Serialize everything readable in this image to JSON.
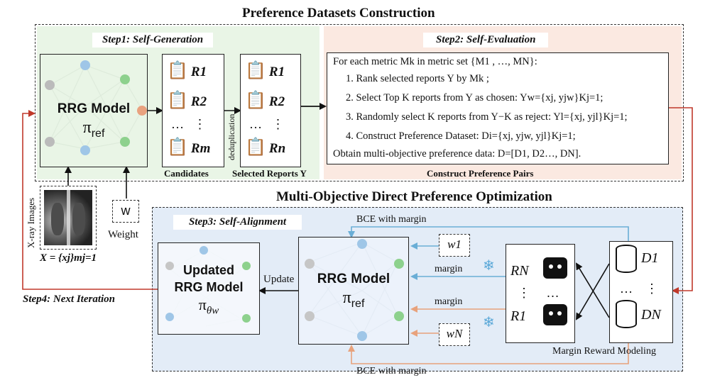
{
  "top": {
    "title": "Preference Datasets Construction",
    "step1": "Step1: Self-Generation",
    "step2": "Step2: Self-Evaluation",
    "candidates_label": "Candidates",
    "selected_label": "Selected Reports Y",
    "dedup_label": "deduplication",
    "construct_label": "Construct Preference Pairs",
    "candidates": [
      "R1",
      "R2",
      "⋮",
      "Rm"
    ],
    "selected": [
      "R1",
      "R2",
      "⋮",
      "Rn"
    ],
    "ellipsis": "…"
  },
  "rrg_model": {
    "title": "RRG Model",
    "policy": "π",
    "policy_sub": "ref"
  },
  "metrics": {
    "intro": "For each metric Mk in metric set {M1 , …, MN}:",
    "lines": [
      "1. Rank selected reports Y by Mk ;",
      "2. Select Top K reports from Y as chosen: Yw={xj, yjw}Kj=1;",
      "3. Randomly select K reports from Y−K as reject: Yl={xj, yjl}Kj=1;",
      "4. Construct Preference Dataset: Di={xj, yjw, yjl}Kj=1;"
    ],
    "final": "Obtain multi-objective preference data: D=[D1, D2…, DN]."
  },
  "left": {
    "xray_label": "X-ray Images",
    "x_formula": "X = {xj}mj=1",
    "w_box": "w",
    "weight_label": "Weight",
    "next_iter": "Step4: Next Iteration"
  },
  "bottom": {
    "title": "Multi-Objective Direct Preference Optimization",
    "step3": "Step3: Self-Alignment",
    "updated_title_1": "Updated",
    "updated_title_2": "RRG Model",
    "updated_policy": "π",
    "updated_sub": "θw",
    "update_label": "Update",
    "bce_top": "BCE with margin",
    "bce_bottom": "BCE with margin",
    "margin_top": "margin",
    "margin_bottom": "margin",
    "w1": "w1",
    "wN": "wN",
    "rewards": [
      "RN",
      "R1"
    ],
    "reward_dots_v": "⋮",
    "reward_dots_h": "…",
    "datasets": [
      "D1",
      "DN"
    ],
    "ds_dots_h": "…",
    "ds_dots_v": "⋮",
    "margin_reward_label": "Margin Reward Modeling"
  },
  "colors": {
    "green_bg": "#e9f5e6",
    "peach_bg": "#fbe9e1",
    "blue_bg": "#e3ecf7",
    "red": "#c0392b",
    "blue_arrow": "#6aaed6",
    "orange_arrow": "#e8a27c"
  }
}
